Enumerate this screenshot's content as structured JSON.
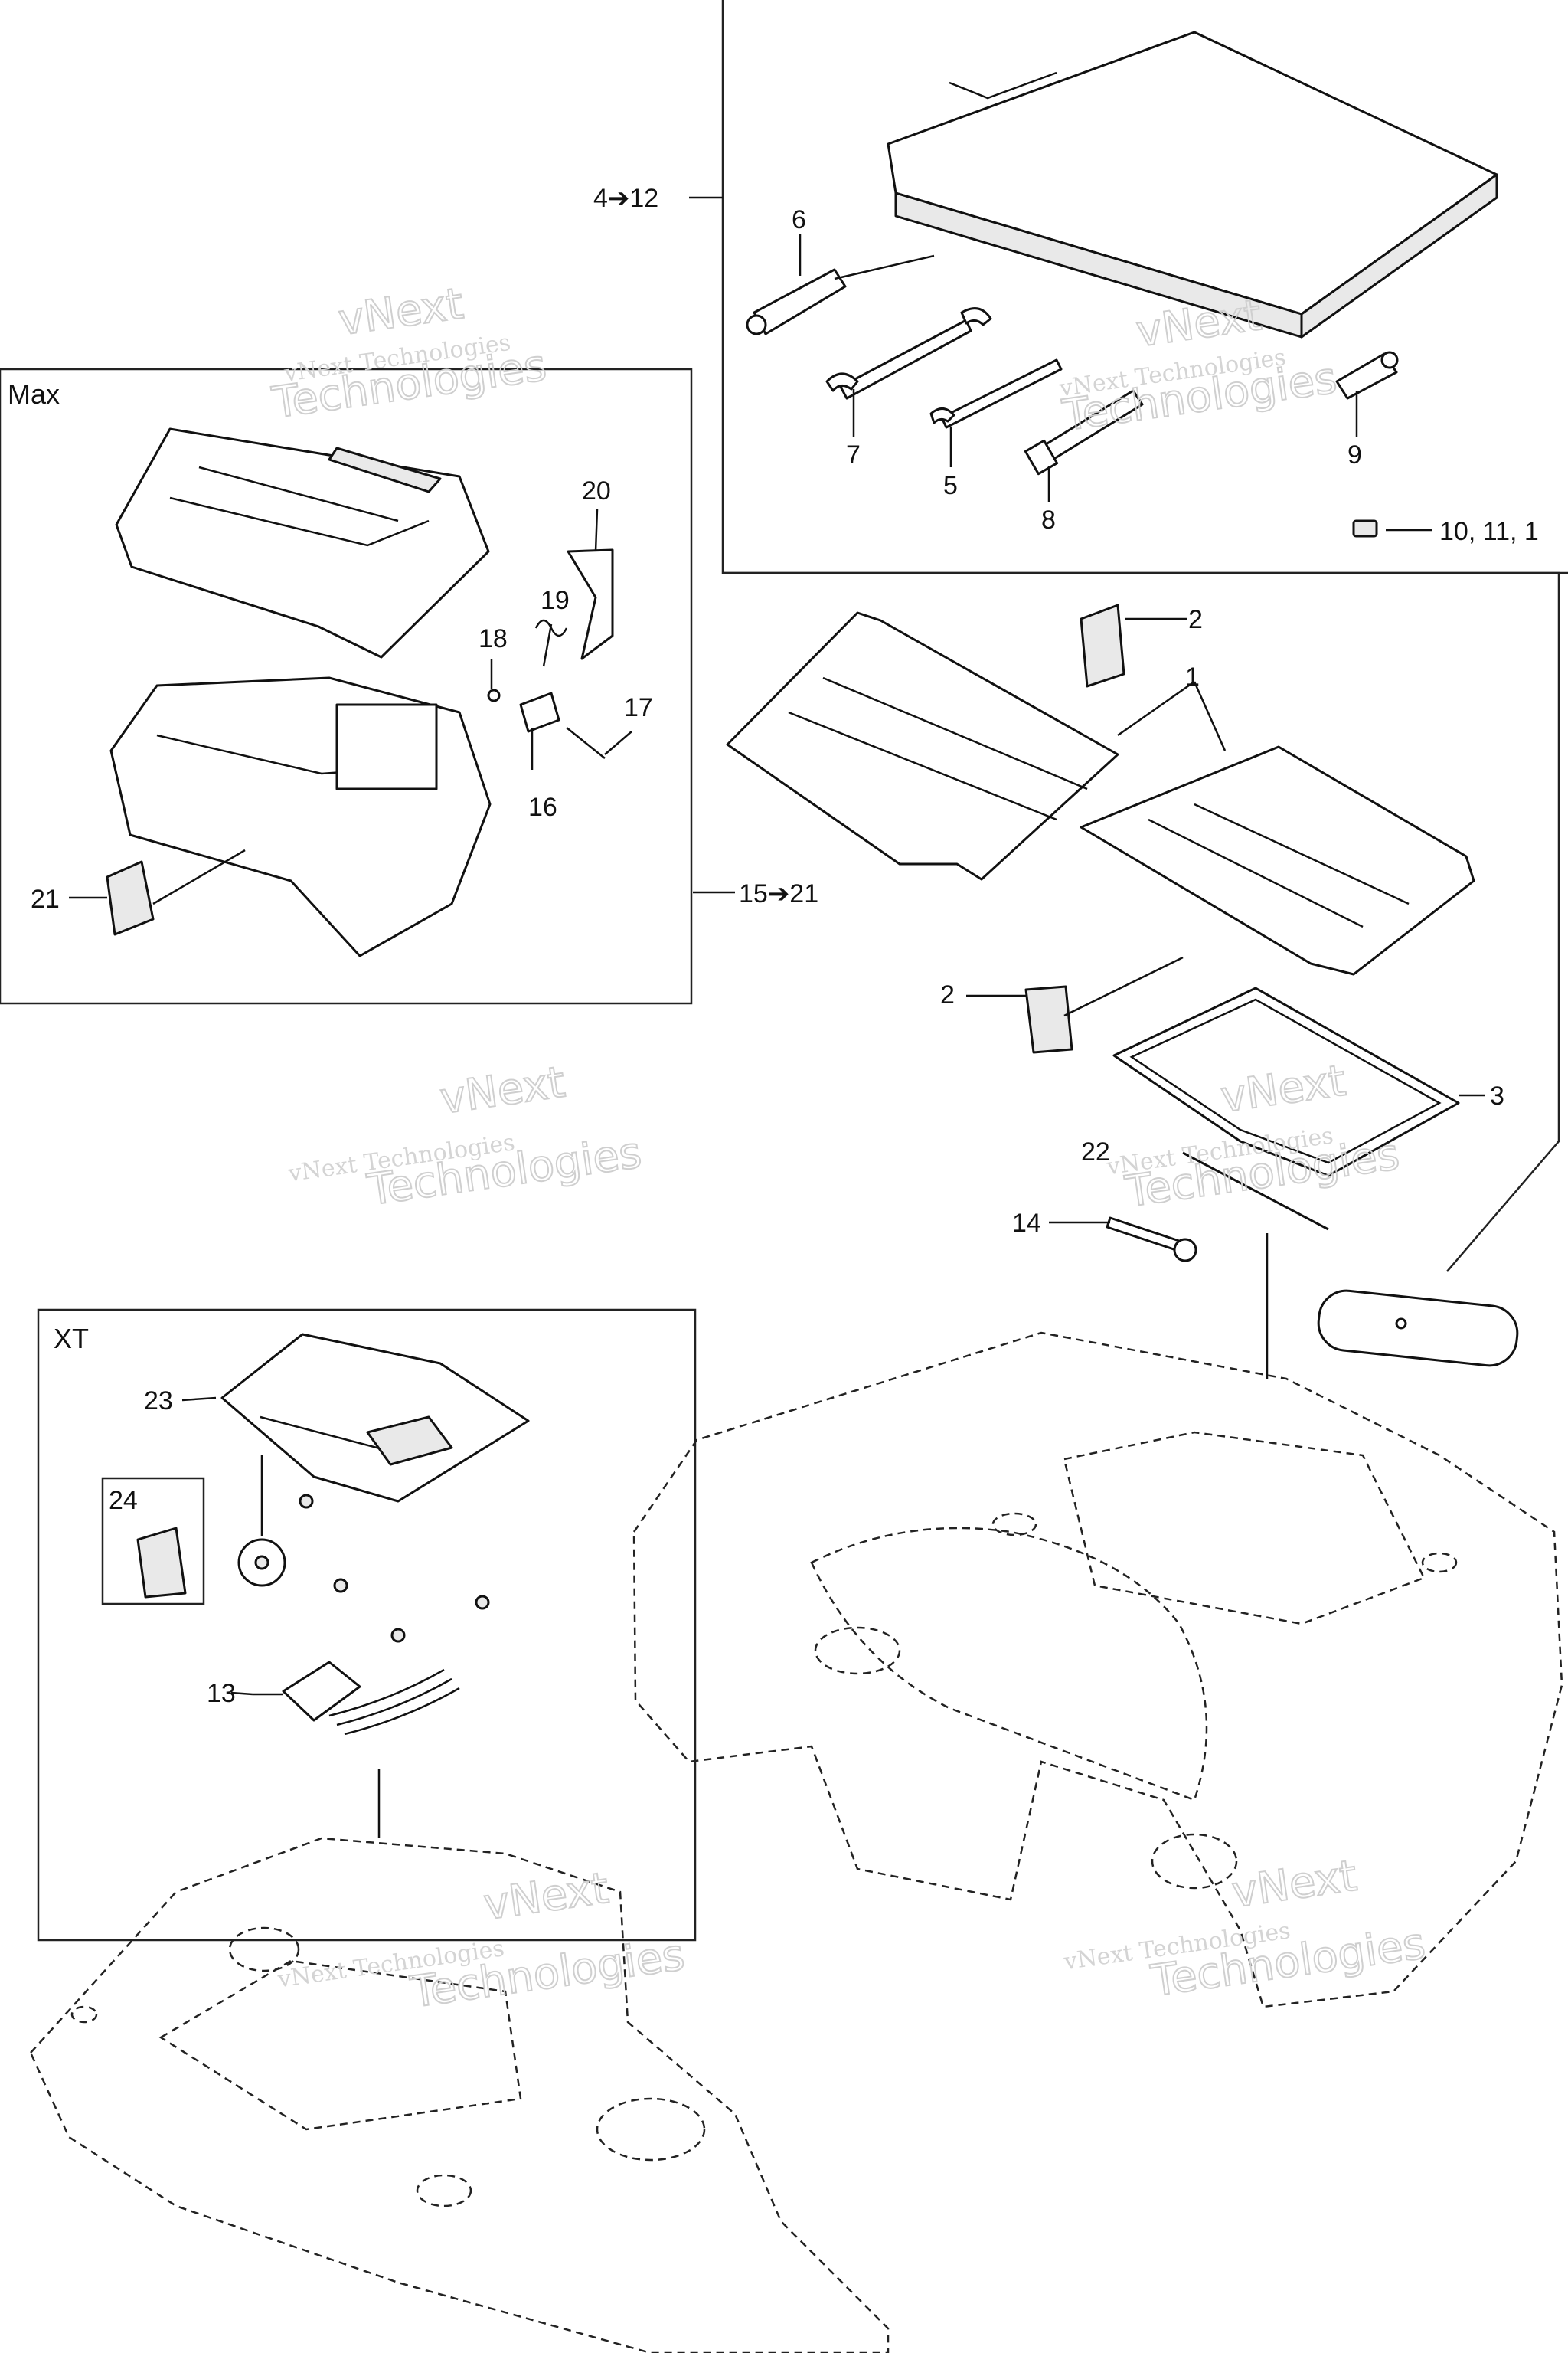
{
  "boxes": {
    "max_title": "Max",
    "xt_title": "XT"
  },
  "labels": {
    "range_4_12": "4➔12",
    "range_15_21": "15➔21",
    "p1": "1",
    "p2a": "2",
    "p2b": "2",
    "p3": "3",
    "p5": "5",
    "p6": "6",
    "p7": "7",
    "p8": "8",
    "p9": "9",
    "p10_11": "10, 11, 1",
    "p13": "13",
    "p14": "14",
    "p16": "16",
    "p17": "17",
    "p18": "18",
    "p19": "19",
    "p20": "20",
    "p21": "21",
    "p22": "22",
    "p23": "23",
    "p24": "24"
  },
  "watermark": {
    "line1": "vNext Technologies",
    "line2a": "vNext",
    "line2b": "Technologies"
  }
}
